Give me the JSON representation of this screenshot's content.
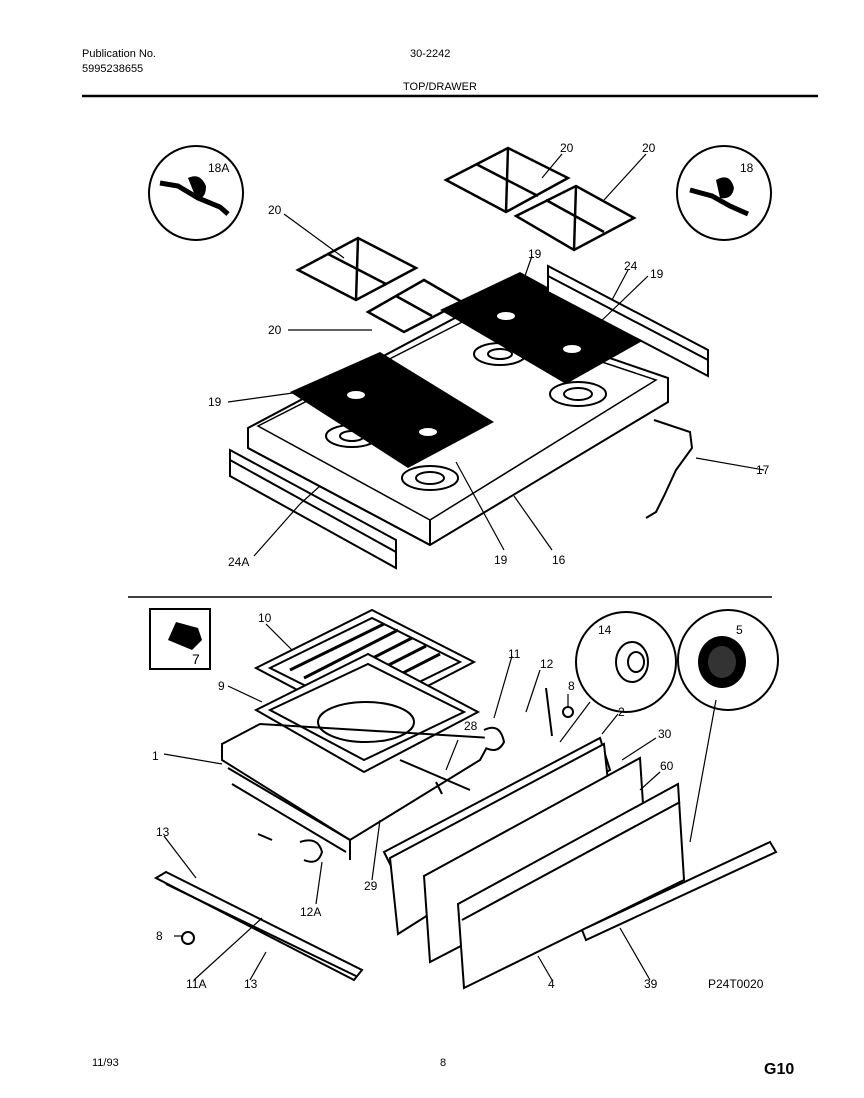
{
  "header": {
    "publication_label": "Publication No.",
    "publication_number": "5995238655",
    "doc_number": "30-2242",
    "section_title": "TOP/DRAWER"
  },
  "callouts_top": {
    "c18a": "18A",
    "c18": "18",
    "c20a": "20",
    "c20b": "20",
    "c20c": "20",
    "c20d": "20",
    "c19a": "19",
    "c19b": "19",
    "c19c": "19",
    "c19d": "19",
    "c24": "24",
    "c24a": "24A",
    "c17": "17",
    "c16": "16"
  },
  "callouts_bottom": {
    "c10": "10",
    "c7": "7",
    "c9": "9",
    "c1": "1",
    "c11": "11",
    "c12": "12",
    "c8a": "8",
    "c8b": "8",
    "c14": "14",
    "c5": "5",
    "c2": "2",
    "c30": "30",
    "c60": "60",
    "c28": "28",
    "c29": "29",
    "c13a": "13",
    "c13b": "13",
    "c12a": "12A",
    "c11a": "11A",
    "c4": "4",
    "c39": "39"
  },
  "figure_code": "P24T0020",
  "footer": {
    "date": "11/93",
    "page": "8",
    "code": "G10"
  }
}
